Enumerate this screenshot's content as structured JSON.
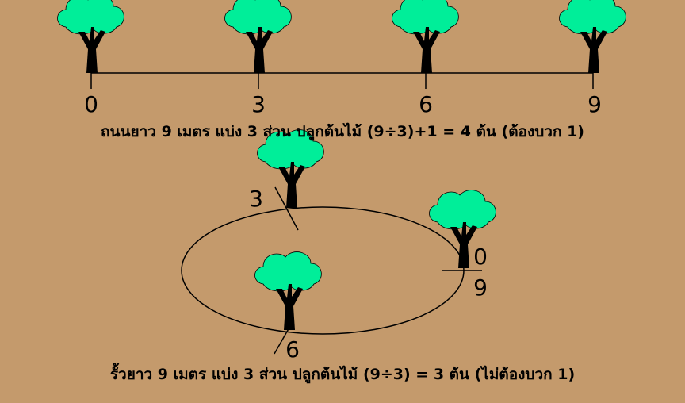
{
  "road": {
    "marks": [
      "0",
      "3",
      "6",
      "9"
    ],
    "caption": "ถนนยาว 9 เมตร แบ่ง 3 ส่วน ปลูกต้นไม้   (9÷3)+1  =  4 ต้น (ต้องบวก 1)"
  },
  "fence": {
    "marks": [
      "3",
      "0",
      "9",
      "6"
    ],
    "caption": "รั้วยาว 9 เมตร แบ่ง 3 ส่วน ปลูกต้นไม้   (9÷3)  =  3 ต้น (ไม่ต้องบวก 1)"
  },
  "colors": {
    "background": "#c49a6c",
    "foliage": "#00ee99",
    "trunk": "#000000"
  }
}
